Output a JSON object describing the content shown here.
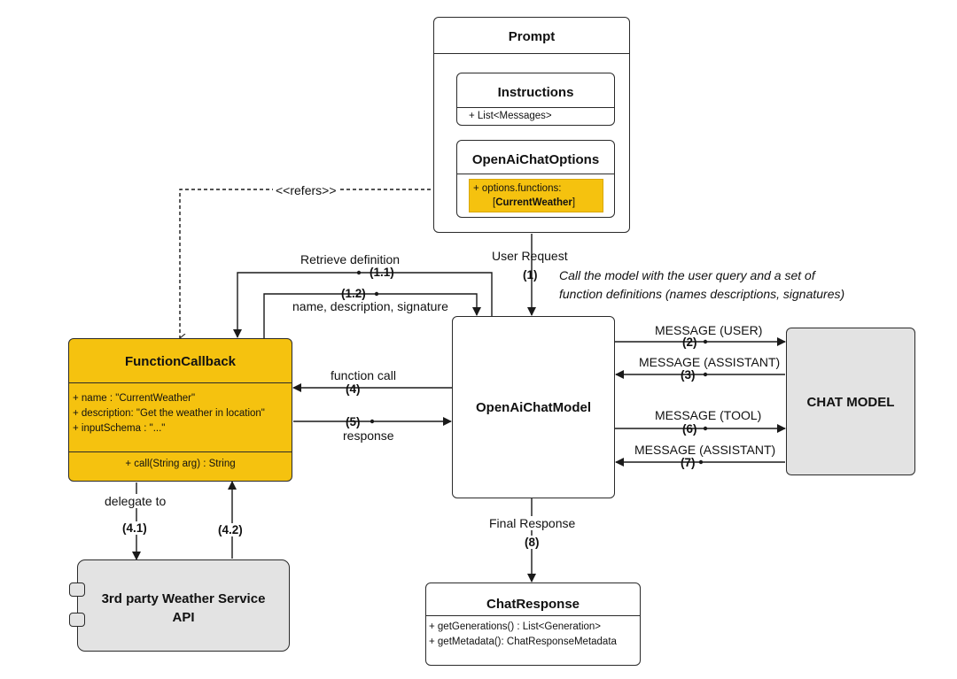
{
  "prompt": {
    "title": "Prompt",
    "instructions": {
      "title": "Instructions",
      "field": "+ List<Messages>"
    },
    "options": {
      "title": "OpenAiChatOptions",
      "field_line1": "+ options.functions:",
      "field_line2_prefix": "[",
      "field_line2_bold": "CurrentWeather",
      "field_line2_suffix": "]"
    }
  },
  "function_callback": {
    "title": "FunctionCallback",
    "fields": [
      "+ name : \"CurrentWeather\"",
      "+ description: \"Get the weather in location\"",
      "+ inputSchema : \"...\""
    ],
    "method": "+ call(String arg) : String"
  },
  "chat_model_client": {
    "title": "OpenAiChatModel"
  },
  "chat_model": {
    "title": "CHAT MODEL"
  },
  "weather_api": {
    "title_line1": "3rd party Weather Service",
    "title_line2": "API"
  },
  "chat_response": {
    "title": "ChatResponse",
    "methods": [
      "+ getGenerations() : List<Generation>",
      "+ getMetadata(): ChatResponseMetadata"
    ]
  },
  "edges": {
    "refers": "<<refers>>",
    "user_request": "User Request",
    "step1": "(1)",
    "call_note_line1": "Call the model with the user query and a set of",
    "call_note_line2": "function definitions (names descriptions, signatures)",
    "retrieve_definition": "Retrieve definition",
    "step1_1": "(1.1)",
    "step1_2": "(1.2)",
    "name_desc_sig": "name, description, signature",
    "function_call": "function call",
    "step4": "(4)",
    "step5": "(5)",
    "response": "response",
    "msg_user": "MESSAGE (USER)",
    "step2": "(2)",
    "msg_assistant_1": "MESSAGE (ASSISTANT)",
    "step3": "(3)",
    "msg_tool": "MESSAGE (TOOL)",
    "step6": "(6)",
    "msg_assistant_2": "MESSAGE (ASSISTANT)",
    "step7": "(7)",
    "delegate_to": "delegate to",
    "step4_1": "(4.1)",
    "step4_2": "(4.2)",
    "final_response": "Final Response",
    "step8": "(8)"
  },
  "colors": {
    "highlight": "#f5c20f",
    "gray_box": "#e3e3e3",
    "line": "#2a2a2a"
  }
}
